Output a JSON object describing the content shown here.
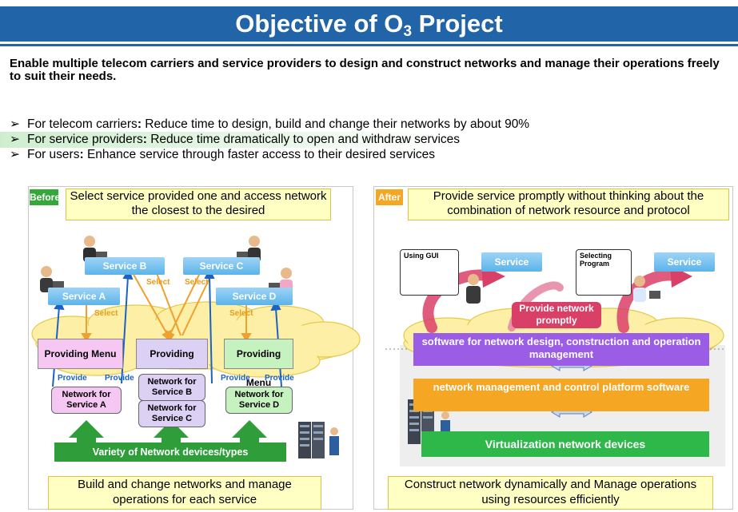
{
  "title": {
    "main": "Objective of O",
    "sub": "3",
    "suffix": " Project"
  },
  "lead": "Enable multiple telecom carriers and service providers to design and construct networks and manage their operations freely to suit their needs.",
  "bullets": [
    {
      "arrow": "➢",
      "label": "For telecom carriers",
      "colon": ":",
      "text": " Reduce time to design, build and change their networks by about 90%"
    },
    {
      "arrow": "➢",
      "label": "For service providers",
      "colon": ":",
      "text": " Reduce time dramatically to open and withdraw services"
    },
    {
      "arrow": "➢",
      "label": "For users",
      "colon": ":",
      "text": " Enhance service through faster access to their desired services"
    }
  ],
  "before": {
    "tag": "Before",
    "caption": "Select service provided one and access network the closest to the desired",
    "services": [
      "Service A",
      "Service B",
      "Service C",
      "Service D"
    ],
    "select_label": "Select",
    "menus": [
      "Providing Menu",
      "Providing Menu",
      "Providing Menu"
    ],
    "provide_label": "Provide",
    "networks": [
      "Network for Service A",
      "Network for Service B",
      "Network for Service C",
      "Network for Service D"
    ],
    "devices_bar": "Variety of Network devices/types",
    "bottom": "Build and change networks and manage operations for each service"
  },
  "after": {
    "tag": "After",
    "caption": "Provide service promptly without thinking about the combination of network resource and protocol",
    "gui_label": "Using GUI",
    "program_label": "Selecting Program",
    "service_labels": [
      "Service",
      "Service"
    ],
    "provide_network": "Provide network promptly",
    "software": "software for network  design, construction and operation management",
    "platform": "network management and control platform software",
    "virtualization": "Virtualization network devices",
    "bottom": "Construct network dynamically and Manage operations using resources efficiently"
  },
  "colors": {
    "title_bar": "#2165a8",
    "before_tag": "#34a838",
    "after_tag": "#f5a623",
    "service_button": "#5ab4ea",
    "menu_pink": "#f5c7f2",
    "menu_lilac": "#ddd0f5",
    "menu_green": "#c6f2c0",
    "cloud": "#fdf0a6",
    "arrow_blue": "#1b62c4",
    "arrow_orange": "#f0a030",
    "green_arrow": "#2f9e3a",
    "software_purple": "#9b5de5",
    "platform_orange": "#f5a623",
    "virt_green": "#2fb84a",
    "provide_network_red": "#d94068"
  }
}
